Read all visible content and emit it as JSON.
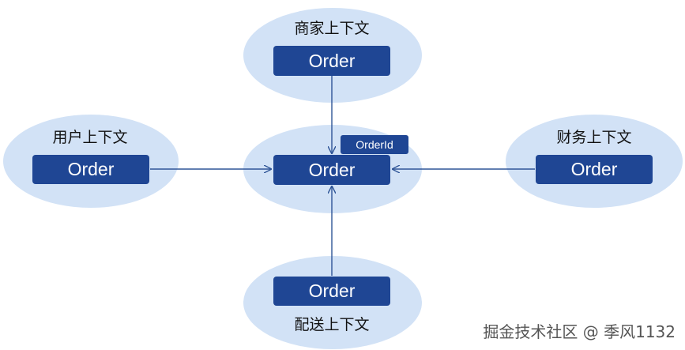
{
  "diagram": {
    "center": {
      "label": "",
      "entity": "Order",
      "badge": "OrderId"
    },
    "top": {
      "label": "商家上下文",
      "entity": "Order"
    },
    "left": {
      "label": "用户上下文",
      "entity": "Order"
    },
    "right": {
      "label": "财务上下文",
      "entity": "Order"
    },
    "bottom": {
      "label": "配送上下文",
      "entity": "Order"
    }
  },
  "watermark": "掘金技术社区 @ 季风1132",
  "colors": {
    "ellipse_fill": "#d2e2f6",
    "box_fill": "#1f4694",
    "arrow": "#2f5597"
  }
}
